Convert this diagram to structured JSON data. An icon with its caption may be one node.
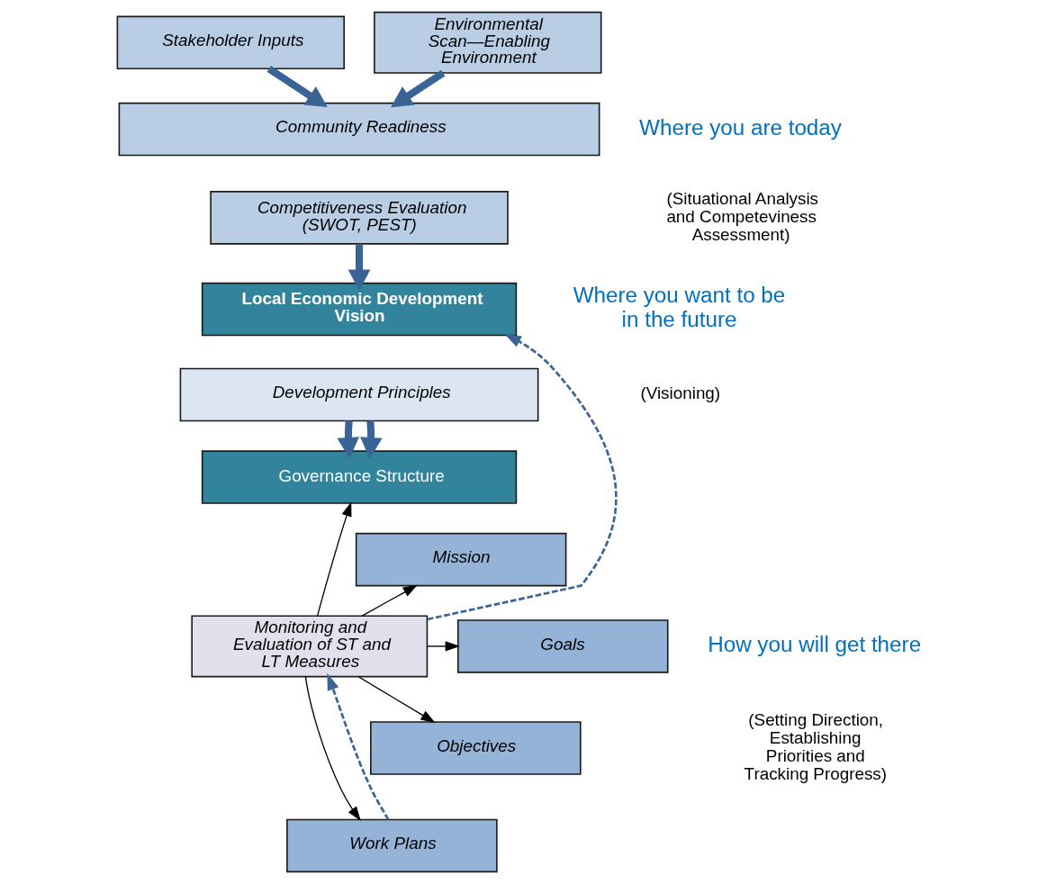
{
  "diagram": {
    "nodes": [
      {
        "text": [
          "Stakeholder Inputs"
        ]
      },
      {
        "text": [
          "Environmental Scan—Enabling Environment"
        ]
      },
      {
        "text": [
          "Community Readiness"
        ]
      },
      {
        "text": [
          "Competitiveness Evaluation (SWOT, PEST)"
        ]
      },
      {
        "text": [
          "Local Economic Development Vision"
        ]
      },
      {
        "text": [
          "Development Principles"
        ]
      },
      {
        "text": [
          "Governance Structure"
        ]
      },
      {
        "text": [
          "Mission"
        ]
      },
      {
        "text": [
          "Goals"
        ]
      },
      {
        "text": [
          "Objectives"
        ]
      },
      {
        "text": [
          "Work Plans"
        ]
      },
      {
        "text": [
          "Monitoring and Evaluation of ST and LT Measures"
        ]
      }
    ],
    "edges": [
      {
        "from": 0,
        "to": 2,
        "arrow": "to",
        "style": "thick"
      },
      {
        "from": 1,
        "to": 2,
        "arrow": "to",
        "style": "thick"
      },
      {
        "from": 3,
        "to": 4,
        "arrow": "to",
        "style": "thick"
      },
      {
        "from": 5,
        "to": 6,
        "arrow": "to",
        "style": "thick"
      },
      {
        "from": 5,
        "to": 6,
        "arrow": "to",
        "style": "thick"
      },
      {
        "from": 11,
        "to": 6,
        "arrow": "to",
        "color": "#000000"
      },
      {
        "from": 11,
        "to": 7,
        "arrow": "to",
        "color": "#000000"
      },
      {
        "from": 11,
        "to": 8,
        "arrow": "to",
        "color": "#000000"
      },
      {
        "from": 11,
        "to": 9,
        "arrow": "to",
        "color": "#000000"
      },
      {
        "from": 11,
        "to": 10,
        "arrow": "to",
        "color": "#000000"
      },
      {
        "from": 10,
        "to": 11,
        "arrow": "to",
        "style": "dashed"
      },
      {
        "from": 11,
        "to": 4,
        "arrow": "to",
        "style": "dashed"
      }
    ],
    "labels": [
      "Where you are today",
      "(Situational Analysis and Competeviness Assessment)",
      "Where you want to be in the future",
      "(Visioning)",
      "How you will get there",
      "(Setting Direction, Establishing Priorities and Tracking Progress)"
    ]
  }
}
